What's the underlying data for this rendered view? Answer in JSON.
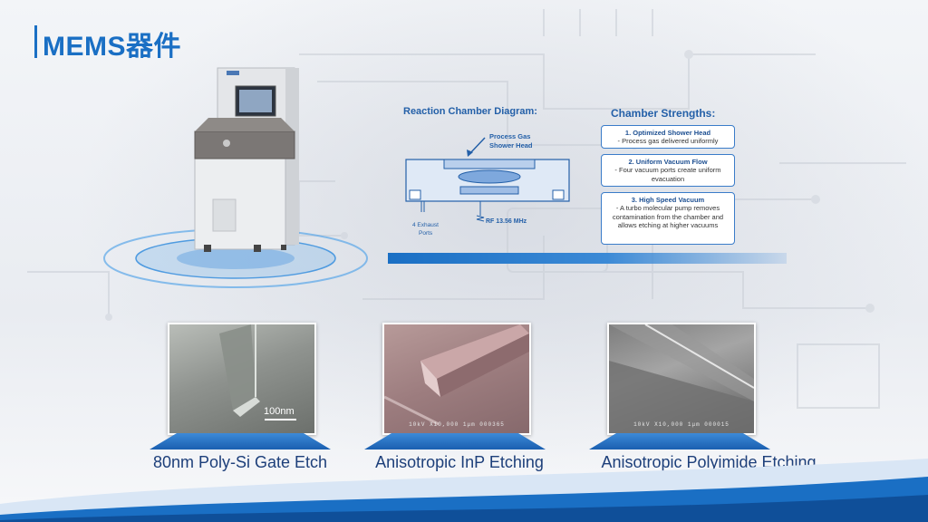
{
  "title": "MEMS器件",
  "diagram": {
    "title": "Reaction Chamber Diagram:",
    "shower_head_label_1": "Process Gas",
    "shower_head_label_2": "Shower Head",
    "exhaust_label_1": "4 Exhaust",
    "exhaust_label_2": "Ports",
    "rf_label": "RF 13.56 MHz"
  },
  "strengths": {
    "title": "Chamber Strengths:",
    "items": [
      {
        "heading": "1. Optimized Shower Head",
        "text": "- Process gas delivered uniformly"
      },
      {
        "heading": "2. Uniform Vacuum Flow",
        "text": "- Four vacuum ports create uniform evacuation"
      },
      {
        "heading": "3. High Speed Vacuum",
        "text": "- A turbo molecular pump removes contamination from the chamber and allows etching at higher vacuums"
      }
    ]
  },
  "photos": [
    {
      "caption": "80nm Poly-Si Gate Etch",
      "scale": "100nm",
      "sem_text": ""
    },
    {
      "caption": "Anisotropic InP Etching",
      "scale": "",
      "sem_text": "10kV X10,000 1μm 000365"
    },
    {
      "caption": "Anisotropic Polyimide Etching",
      "scale": "",
      "sem_text": "10kV X10,000 1μm 000015"
    }
  ],
  "colors": {
    "accent": "#1a6fc4",
    "caption": "#1d3f7a"
  }
}
